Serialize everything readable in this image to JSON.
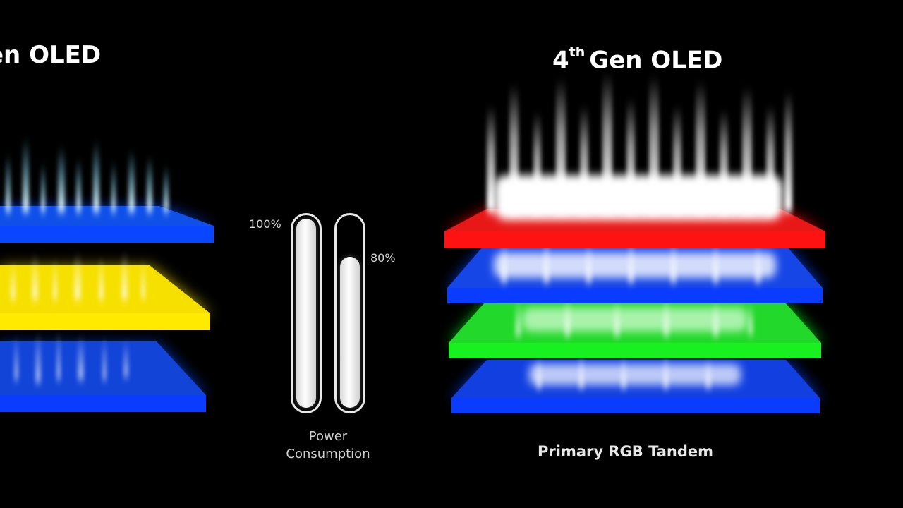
{
  "left_panel": {
    "title": "en OLED",
    "layers": [
      {
        "color_name": "blue",
        "color": "#0a4cff"
      },
      {
        "color_name": "yellow",
        "color": "#ffe400"
      },
      {
        "color_name": "blue",
        "color": "#0a4cff"
      }
    ]
  },
  "right_panel": {
    "title_number": "4",
    "title_suffix": "th",
    "title_rest": "Gen OLED",
    "caption": "Primary RGB Tandem",
    "layers": [
      {
        "color_name": "red",
        "color": "#ff1010"
      },
      {
        "color_name": "blue",
        "color": "#0a40ff"
      },
      {
        "color_name": "green",
        "color": "#10ff20"
      },
      {
        "color_name": "blue",
        "color": "#0a40ff"
      }
    ]
  },
  "power": {
    "label_line1": "Power",
    "label_line2": "Consumption",
    "gauges": [
      {
        "label": "100%",
        "level_fraction": 1.0
      },
      {
        "label": "80%",
        "level_fraction": 0.8
      }
    ]
  }
}
